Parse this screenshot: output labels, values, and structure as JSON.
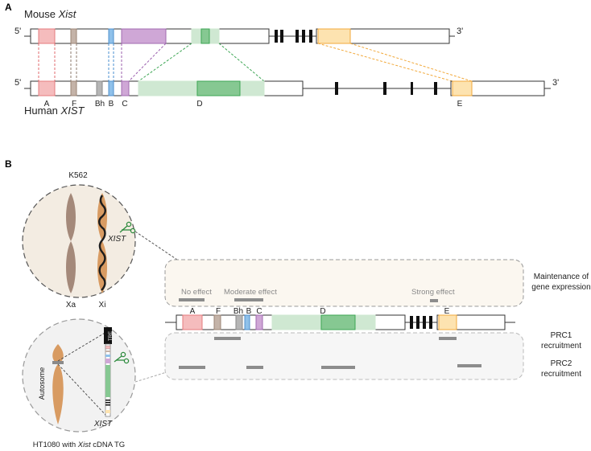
{
  "panel_a": {
    "letter": "A",
    "mouse_label": "Mouse ",
    "mouse_gene": "Xist",
    "human_label": "Human ",
    "human_gene": "XIST",
    "five_prime": "5'",
    "three_prime": "3'",
    "repeat_labels": [
      "A",
      "F",
      "Bh",
      "B",
      "C",
      "D",
      "E"
    ]
  },
  "panel_b": {
    "letter": "B",
    "cell_k562": "K562",
    "xa_label": "Xa",
    "xi_label": "Xi",
    "xist_label": "XIST",
    "autosome_label": "Autosome",
    "tg_xist_label": "XIST",
    "dox_label": "TRE",
    "ht1080_prefix": "HT1080 with ",
    "ht1080_gene": "Xist",
    "ht1080_suffix": " cDNA TG",
    "effect_no": "No effect",
    "effect_moderate": "Moderate effect",
    "effect_strong": "Strong effect",
    "repeat_labels": [
      "A",
      "F",
      "Bh",
      "B",
      "C",
      "D",
      "E"
    ],
    "right_labels": {
      "maintenance_line1": "Maintenance of",
      "maintenance_line2": "gene expression",
      "prc1_line1": "PRC1",
      "prc1_line2": "recruitment",
      "prc2_line1": "PRC2",
      "prc2_line2": "recruitment"
    }
  },
  "colors": {
    "repeat_a": "#f5bcbd",
    "repeat_f": "#c4b3a8",
    "repeat_bh": "#b5b5b5",
    "repeat_b": "#8fc1ea",
    "repeat_c": "#cfa7d6",
    "repeat_d_light": "#cfe8d2",
    "repeat_d_dark": "#86c892",
    "repeat_e": "#fde3b0",
    "chromosome": "#d89b62",
    "circle_fill": "#f3ece2",
    "bar_gray": "#8c8c8c"
  }
}
